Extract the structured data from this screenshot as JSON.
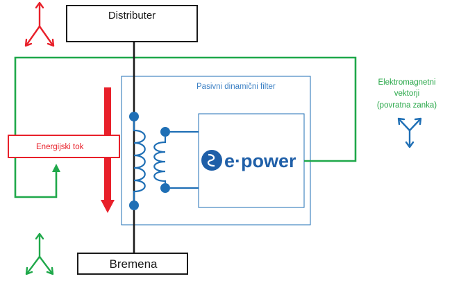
{
  "labels": {
    "distributer": "Distributer",
    "bremena": "Bremena",
    "filter_title": "Pasivni dinamični filter",
    "energy_flow": "Energijski tok",
    "em_vectors_line1": "Elektromagnetni",
    "em_vectors_line2": "vektorji",
    "em_vectors_line3": "(povratna zanka)",
    "logo_text": "e·power"
  },
  "colors": {
    "red": "#e8202a",
    "green": "#1fa84a",
    "blue": "#1f6fb5",
    "dark": "#1a1a1a",
    "filter_text": "#3a7fc4",
    "em_text": "#2aa84a"
  },
  "icons": {
    "red_vectors": "three-arrow-vector-icon",
    "green_vectors": "three-arrow-vector-icon",
    "blue_vectors": "three-arrow-vector-icon",
    "logo": "e-power-logo"
  }
}
